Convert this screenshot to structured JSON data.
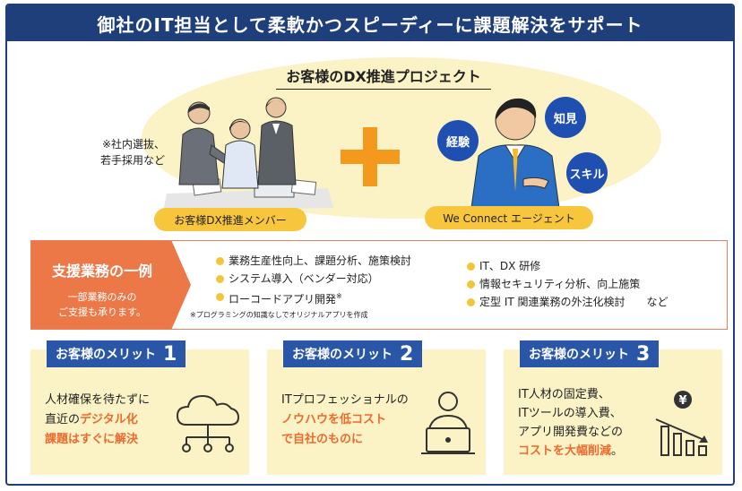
{
  "header": {
    "title": "御社のIT担当として柔軟かつスピーディーに課題解決をサポート"
  },
  "project": {
    "title": "お客様のDX推進プロジェクト",
    "note_line1": "※社内選抜、",
    "note_line2": "若手採用など",
    "member_label": "お客様DX推進メンバー",
    "agent_label": "We Connect エージェント",
    "bubbles": [
      "経験",
      "知見",
      "スキル"
    ]
  },
  "support": {
    "tag_title": "支援業務の一例",
    "tag_sub1": "一部業務のみの",
    "tag_sub2": "ご支援も承ります。",
    "left_items": [
      "業務生産性向上、課題分析、施策検討",
      "システム導入（ベンダー対応）",
      "ローコードアプリ開発"
    ],
    "left_mark": "※",
    "right_items": [
      "IT、DX 研修",
      "情報セキュリティ分析、向上施策",
      "定型 IT 関連業務の外注化検討　　など"
    ],
    "footnote": "※プログラミングの知識なしでオリジナルアプリを作成"
  },
  "merits": [
    {
      "label": "お客様のメリット",
      "num": "1",
      "line1": "人材確保を待たずに",
      "line2_plain": "直近の",
      "line2_hl": "デジタル化",
      "line3_hl": "課題はすぐに解決",
      "line3_plain": ""
    },
    {
      "label": "お客様のメリット",
      "num": "2",
      "line1": "ITプロフェッショナルの",
      "line2_plain": "",
      "line2_hl": "ノウハウを低コスト",
      "line3_hl": "で自社のものに",
      "line3_plain": ""
    },
    {
      "label": "お客様のメリット",
      "num": "3",
      "line1": "IT人材の固定費、",
      "line2": "ITツールの導入費、",
      "line3": "アプリ開発費などの",
      "line4_hl": "コストを大幅削減",
      "line4_plain": "。"
    }
  ],
  "icons": {
    "yen": "¥"
  }
}
